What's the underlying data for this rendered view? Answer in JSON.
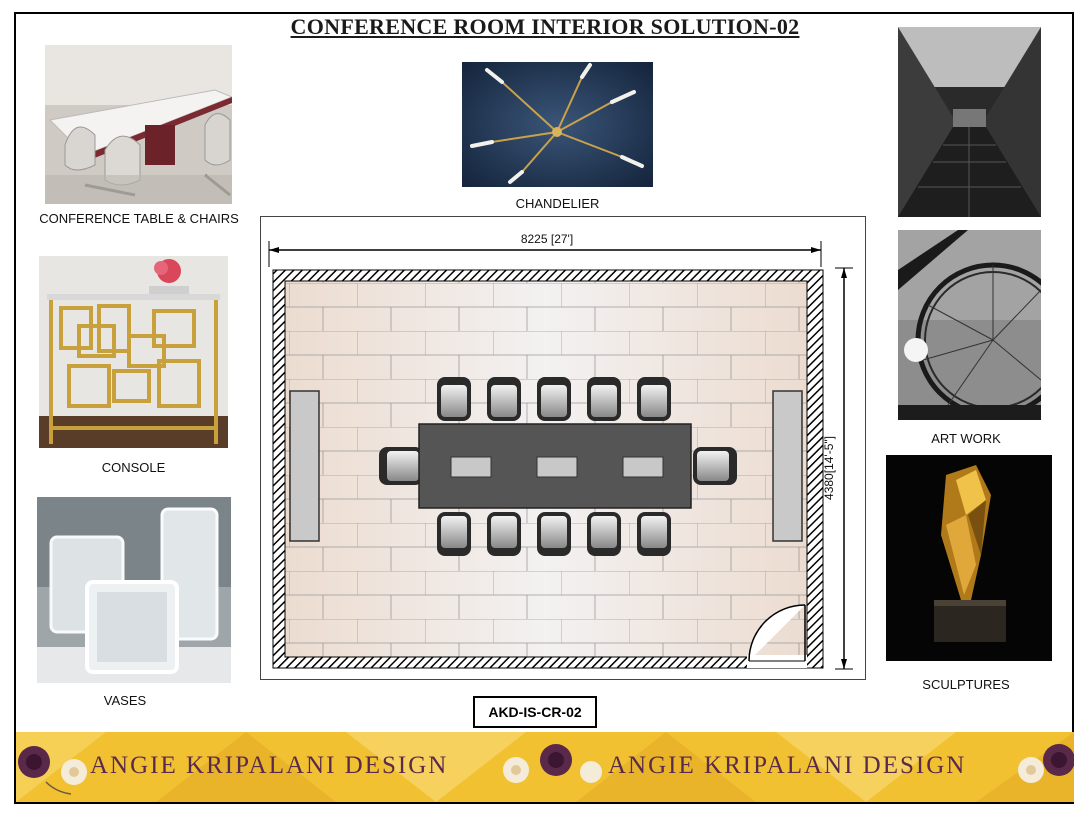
{
  "title": "CONFERENCE ROOM INTERIOR SOLUTION-02",
  "items": {
    "table_chairs": "CONFERENCE TABLE & CHAIRS",
    "chandelier": "CHANDELIER",
    "console": "CONSOLE",
    "vases": "VASES",
    "art_work": "ART WORK",
    "sculptures": "SCULPTURES"
  },
  "plan": {
    "width_dim": "8225 [27']",
    "height_dim": "4380[14'-5\"]"
  },
  "drawing_code": "AKD-IS-CR-02",
  "banner": {
    "brand": "ANGIE KRIPALANI DESIGN"
  },
  "colors": {
    "banner_gold": "#f2c132",
    "brand_text": "#5a2a4a",
    "table_gray": "#555555"
  }
}
